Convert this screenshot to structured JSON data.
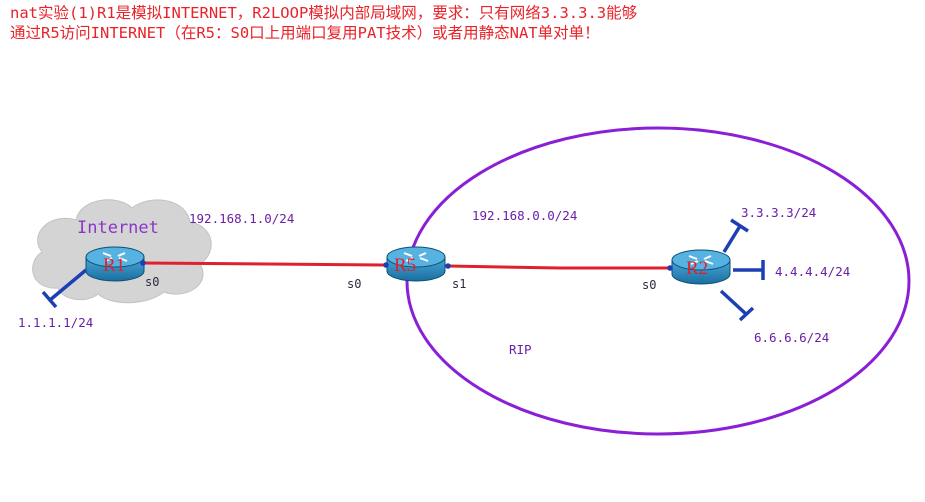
{
  "title": {
    "line1": "nat实验(1)R1是模拟INTERNET，R2LOOP模拟内部局域网，要求：只有网络3.3.3.3能够",
    "line2": "通过R5访问INTERNET（在R5：S0口上用端口复用PAT技术）或者用静态NAT单对单！"
  },
  "cloud": {
    "label": "Internet"
  },
  "routers": {
    "r1": {
      "name": "R1",
      "port": "s0"
    },
    "r5": {
      "name": "R5",
      "port_left": "s0",
      "port_right": "s1"
    },
    "r2": {
      "name": "R2",
      "port": "s0"
    }
  },
  "networks": {
    "wan": "192.168.1.0/24",
    "lan": "192.168.0.0/24",
    "r1_loop": "1.1.1.1/24",
    "r2_loop1": "3.3.3.3/24",
    "r2_loop2": "4.4.4.4/24",
    "r2_loop3": "6.6.6.6/24"
  },
  "rip_label": "RIP",
  "colors": {
    "title": "#e8232a",
    "link": "#e0202c",
    "rip_ellipse": "#8a1fd6",
    "label": "#6a1fa6",
    "loopback": "#1c3fb4",
    "router_body": "#2a8bc0",
    "cloud": "#d4d4d4"
  }
}
